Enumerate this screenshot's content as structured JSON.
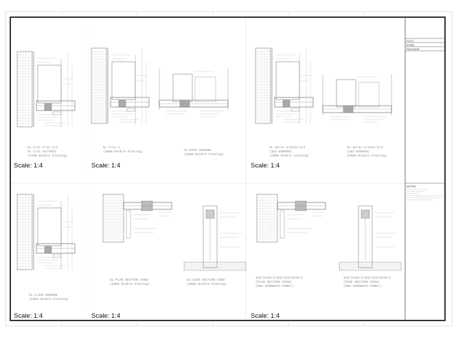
{
  "sheet": {
    "title_block": {
      "plot_label": "PLOT",
      "zone_label": "ZONE",
      "package_label": "PACKAGE",
      "notes_label": "NOTES"
    },
    "details": [
      {
        "caption": [
          "GL-1/2L-1/2L-1/1",
          "GL-1/2L-3A/CRAZ",
          "(47mm Double Glazing)"
        ],
        "scale": "Scale: 1:4"
      },
      {
        "caption": [
          "GL-T/2L-3",
          "(28mm Double Glazing)"
        ],
        "scale": "Scale: 1:4"
      },
      {
        "caption": [
          "GL-RTST WINDOW",
          "(28mm Double Glazing)"
        ],
        "scale": ""
      },
      {
        "caption": [
          "GL-1E/4L-1/2A4L/4/2",
          "(1&2 WINDOW)",
          "(28mm Double Glazing)"
        ],
        "scale": "Scale: 1:4"
      },
      {
        "caption": [
          "GL-1E/4L-1/2A4L/4/2",
          "(1&2 WINDOW)",
          "(28mm Double Glazing)"
        ],
        "scale": ""
      },
      {
        "caption": [
          "GL-1/2HL-WINDOW",
          "(28mm Double Glazing)"
        ],
        "scale": "Scale: 1:4"
      },
      {
        "caption": [
          "GL-PLAN SECTION VIEW",
          "(28mm Double Glazing)"
        ],
        "scale": "Scale: 1:4"
      },
      {
        "caption": [
          "GL-SIDE SECTION VIEW",
          "(28mm Double Glazing)"
        ],
        "scale": ""
      },
      {
        "caption": [
          "4A3/1A4S/1/4A3/4A3/2A4S/1",
          "(PLAN SECTION VIEW)",
          "(8mm SANDWICH PANEL)"
        ],
        "scale": "Scale: 1:4"
      },
      {
        "caption": [
          "4A3/1A4S/1/4A3/4A3/2A4S/1",
          "(SIDE SECTION VIEW)",
          "(8mm SANDWICH PANEL)"
        ],
        "scale": ""
      }
    ]
  }
}
